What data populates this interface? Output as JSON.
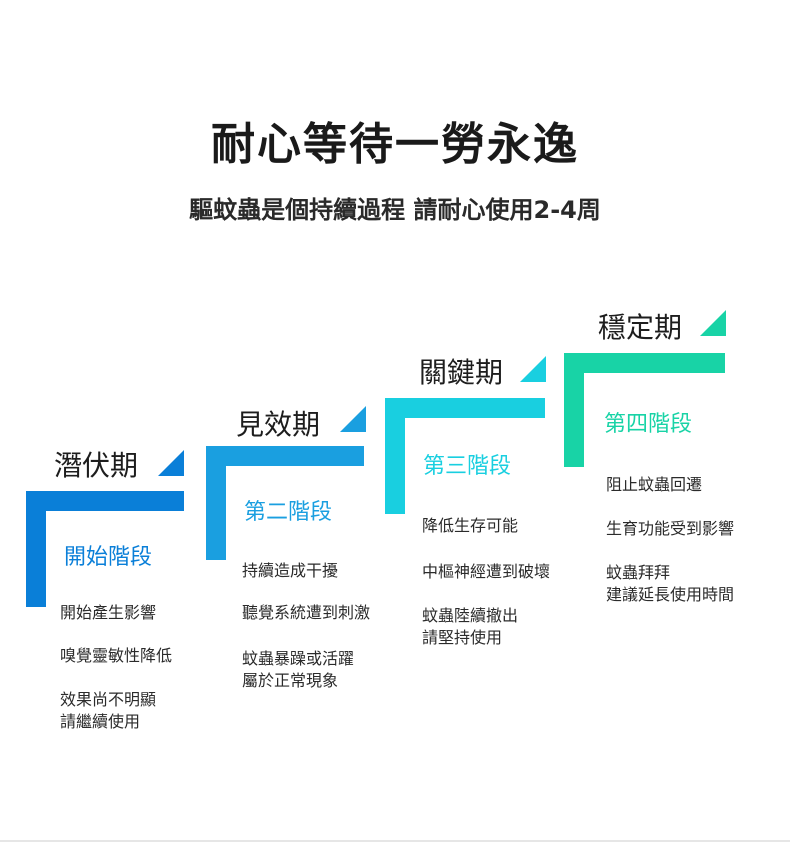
{
  "title": "耐心等待一勞永逸",
  "subtitle": "驅蚊蟲是個持續過程 請耐心使用2-4周",
  "colors": {
    "stage1": "#0a7fd8",
    "stage2": "#1a9fe0",
    "stage3": "#19cfe0",
    "stage4": "#18d3a6"
  },
  "stages": [
    {
      "period": "潛伏期",
      "phase": "開始階段",
      "icon": "triangle-icon",
      "items": [
        "開始產生影響",
        "嗅覺靈敏性降低",
        "效果尚不明顯",
        "請繼續使用"
      ]
    },
    {
      "period": "見效期",
      "phase": "第二階段",
      "icon": "triangle-icon",
      "items": [
        "持續造成干擾",
        "聽覺系統遭到刺激",
        "蚊蟲暴躁或活躍",
        "屬於正常現象"
      ]
    },
    {
      "period": "關鍵期",
      "phase": "第三階段",
      "icon": "triangle-icon",
      "items": [
        "降低生存可能",
        "中樞神經遭到破壞",
        "蚊蟲陸續撤出",
        "請堅持使用"
      ]
    },
    {
      "period": "穩定期",
      "phase": "第四階段",
      "icon": "triangle-icon",
      "items": [
        "阻止蚊蟲回遷",
        "生育功能受到影響",
        "蚊蟲拜拜",
        "建議延長使用時間"
      ]
    }
  ]
}
